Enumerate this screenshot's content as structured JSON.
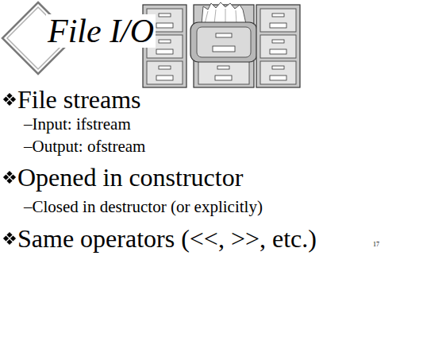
{
  "diagram": {
    "title": "File I/O",
    "labels": [
      "File streams",
      "–Input: ifstream",
      "–Output: ofstream",
      "Opened in constructor",
      "–Closed in destructor (or explicitly)",
      "Same operators (<<, >>, etc.)",
      "17"
    ]
  }
}
